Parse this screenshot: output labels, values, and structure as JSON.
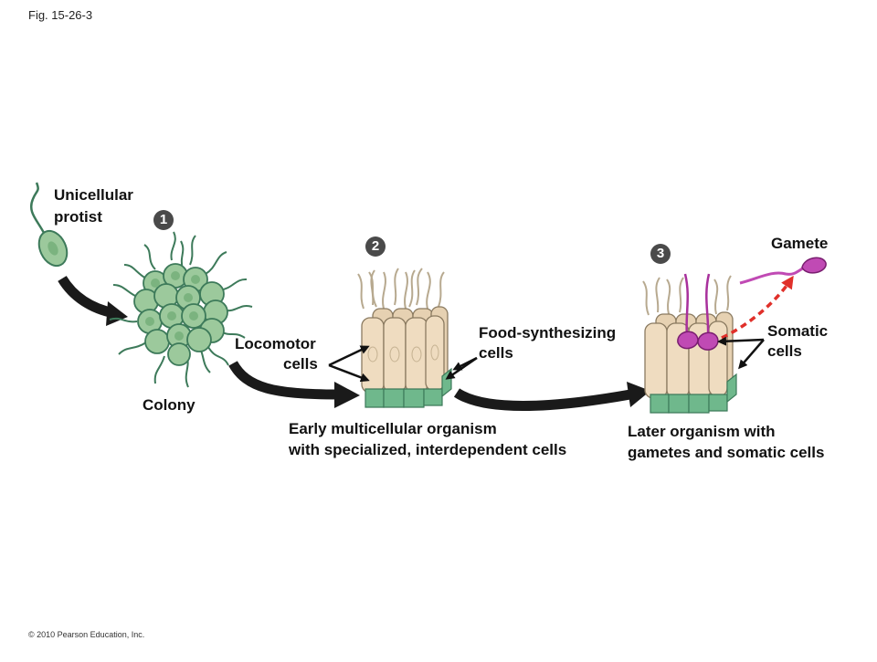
{
  "figure_label": "Fig. 15-26-3",
  "copyright": "© 2010 Pearson Education, Inc.",
  "steps": [
    "1",
    "2",
    "3"
  ],
  "labels": {
    "unicellular_protist_1": "Unicellular",
    "unicellular_protist_2": "protist",
    "colony": "Colony",
    "locomotor_1": "Locomotor",
    "locomotor_2": "cells",
    "food_synth_1": "Food-synthesizing",
    "food_synth_2": "cells",
    "early_1": "Early multicellular organism",
    "early_2": "with specialized, interdependent cells",
    "gamete": "Gamete",
    "somatic_1": "Somatic",
    "somatic_2": "cells",
    "later_1": "Later organism with",
    "later_2": "gametes and somatic cells"
  },
  "colors": {
    "cell_green": "#9cc99c",
    "cell_outline": "#3d7a5a",
    "column_tan": "#efdcc0",
    "base_green": "#6fb88c",
    "gamete_magenta": "#c04ab4",
    "arrow_dark": "#1a1a1a",
    "dashed_red": "#e0302a"
  }
}
